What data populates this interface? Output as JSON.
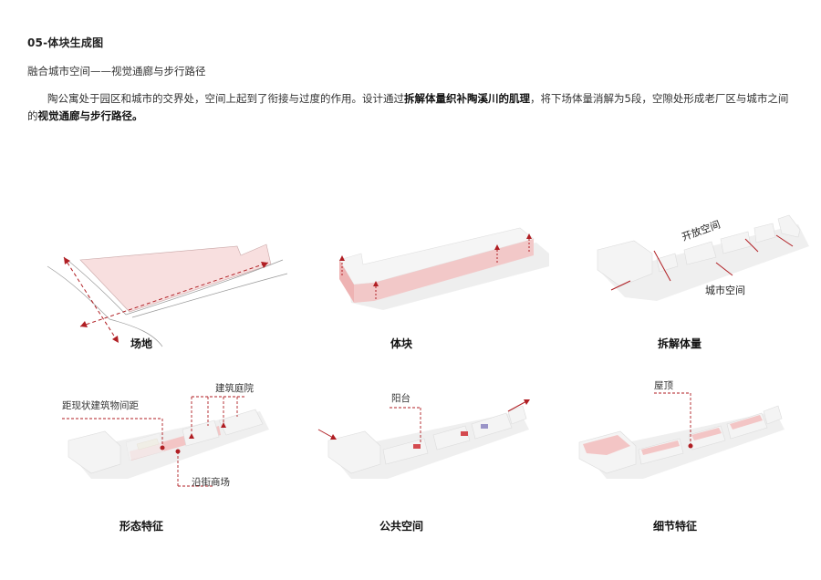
{
  "header": {
    "title": "05-体块生成图",
    "subtitle": "融合城市空间——视觉通廊与步行路径"
  },
  "paragraph": {
    "p1": "陶公寓处于园区和城市的交界处，空间上起到了衔接与过度的作用。设计通过",
    "b1": "拆解体量织补陶溪川的肌理",
    "p2": "，将下场体量消解为5段，空隙处形成老厂区与城市之间的",
    "b2": "视觉通廊与步行路径。"
  },
  "diagrams": {
    "site": {
      "caption": "场地"
    },
    "massing": {
      "caption": "体块"
    },
    "split": {
      "caption": "拆解体量",
      "label_open": "开放空间",
      "label_city": "城市空间"
    },
    "form": {
      "caption": "形态特征",
      "label_distance": "距现状建筑物间距",
      "label_courtyard": "建筑庭院",
      "label_retail": "沿街商场"
    },
    "public": {
      "caption": "公共空间",
      "label_balcony": "阳台"
    },
    "detail": {
      "caption": "细节特征",
      "label_roof": "屋顶"
    }
  },
  "colors": {
    "accent": "#b01e23",
    "pink": "#f6dcdc",
    "mass": "#f4f4f4",
    "shadow": "#d9d9d9"
  }
}
